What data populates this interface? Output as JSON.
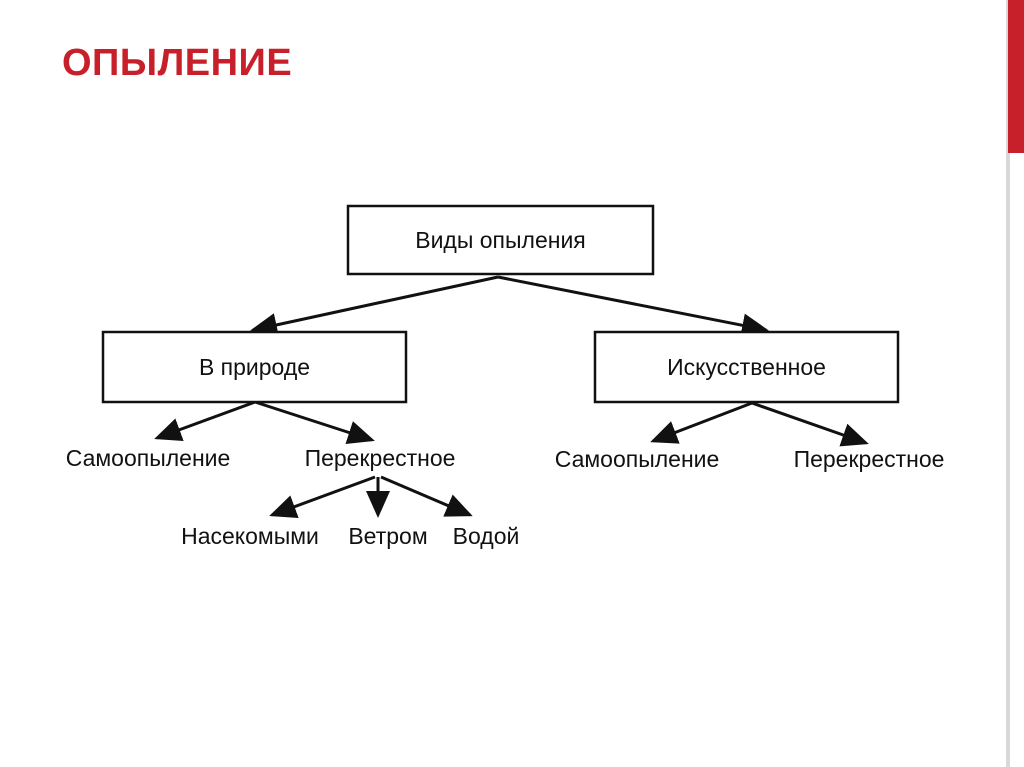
{
  "slide": {
    "title": "ОПЫЛЕНИЕ",
    "colors": {
      "title": "#c8202b",
      "accent_bar": "#c8202b",
      "line": "#111111"
    }
  },
  "diagram": {
    "root": {
      "label": "Виды опыления",
      "children": [
        {
          "label": "В природе",
          "children": [
            {
              "label": "Самоопыление"
            },
            {
              "label": "Перекрестное",
              "children": [
                {
                  "label": "Насекомыми"
                },
                {
                  "label": "Ветром"
                },
                {
                  "label": "Водой"
                }
              ]
            }
          ]
        },
        {
          "label": "Искусственное",
          "children": [
            {
              "label": "Самоопыление"
            },
            {
              "label": "Перекрестное"
            }
          ]
        }
      ]
    }
  }
}
